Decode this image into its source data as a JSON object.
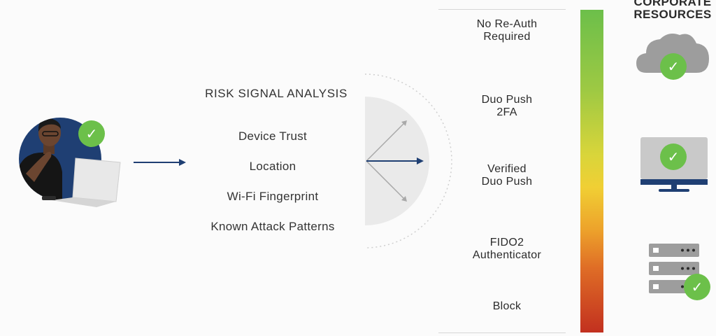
{
  "risk_signals": {
    "title": "RISK SIGNAL ANALYSIS",
    "items": [
      "Device Trust",
      "Location",
      "Wi-Fi Fingerprint",
      "Known Attack Patterns"
    ]
  },
  "auth_actions": {
    "items": [
      {
        "line1": "No Re-Auth",
        "line2": "Required"
      },
      {
        "line1": "Duo Push",
        "line2": "2FA"
      },
      {
        "line1": "Verified",
        "line2": "Duo Push"
      },
      {
        "line1": "FIDO2",
        "line2": "Authenticator"
      },
      {
        "line1": "Block",
        "line2": ""
      }
    ]
  },
  "resources": {
    "title_line1": "CORPORATE",
    "title_line2": "RESOURCES",
    "items": [
      {
        "icon": "cloud-check-icon"
      },
      {
        "icon": "monitor-check-icon"
      },
      {
        "icon": "server-check-icon"
      }
    ]
  },
  "colors": {
    "badge_green": "#6cc04a",
    "navy": "#1f3f73",
    "gradient_top": "#6cbf4a",
    "gradient_mid": "#f0cf34",
    "gradient_bottom": "#c2301f",
    "icon_gray": "#9d9d9d"
  }
}
